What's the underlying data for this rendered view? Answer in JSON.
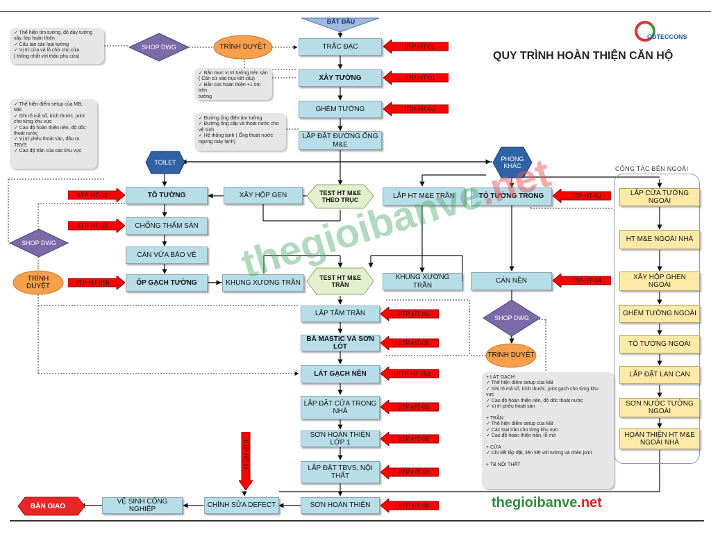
{
  "title": "QUY TRÌNH HOÀN THIỆN CĂN HỘ",
  "start_label": "BẮT ĐẦU",
  "end_label": "BÀN GIAO",
  "logo_text": "COTECCONS",
  "brand": {
    "part1": "thegioibanve",
    "part2": ".net"
  },
  "watermark": {
    "part1": "thegioibanve",
    "part2": ".net"
  },
  "external_header": "CÔNG TÁC BÊN NGOÀI",
  "colors": {
    "box": "#b7dde8",
    "external_box": "#fdeaa8",
    "tag": "#ff0000",
    "diamond": "#7b6aa8",
    "oval": "#f6a04d",
    "hexagon": "#2f62a6",
    "handover": "#e8262a"
  },
  "main_steps": {
    "trac_dac": "TRẮC ĐẠC",
    "xay_tuong": "XÂY TƯỜNG",
    "ghem_tuong": "GHÉM TƯỜNG",
    "lap_dat_ong": "LẮP ĐẶT ĐƯỜNG ỐNG M&E",
    "lap_tam_tran": "LẮP TẤM TRẦN",
    "ba_mastic": "BẢ MASTIC VÀ SƠN LÓT",
    "lat_gach_nen": "LÁT GẠCH NỀN",
    "lap_dat_cua": "LẮP ĐẶT CỬA TRONG NHÀ",
    "son_hoan_thien_1": "SƠN HOÀN THIỆN LỚP 1",
    "lap_dat_tbvs": "LẮP ĐẶT TBVS, NỘI THẤT",
    "son_hoan_thien": "SƠN HOÀN THIỆN",
    "chinh_sua_defect": "CHỈNH SỬA DEFECT",
    "ve_sinh": "VỆ SINH CÔNG NGHIỆP"
  },
  "toilet_steps": {
    "label": "TOILET",
    "to_tuong": "TÔ TƯỜNG",
    "chong_tham": "CHỐNG THẤM SÀN",
    "can_vua": "CÁN VỮA BẢO VỆ",
    "op_gach": "ỐP GẠCH TƯỜNG",
    "xay_hop_gen": "XÂY HỘP GEN",
    "khung_xuong_tran": "KHUNG XƯƠNG TRẦN",
    "test_1": "TEST HT M&E THEO TRỤC",
    "test_2": "TEST HT M&E TRẦN"
  },
  "living_steps": {
    "label": "PHÒNG KHÁC",
    "lap_ht_me_tran": "LẮP HT M&E TRẦN",
    "to_tuong_trong": "TÔ TƯỜNG TRONG",
    "khung_xuong_tran": "KHUNG XƯƠNG TRẦN",
    "can_nen": "CÁN NỀN"
  },
  "external_steps": [
    "LẮP CỬA TƯỜNG NGOÀI",
    "HT M&E NGOÀI NHÀ",
    "XÂY HỘP GHEN NGOÀI",
    "GHÉM TƯỜNG NGOÀI",
    "TÔ TƯỜNG NGOÀI",
    "LẮP ĐẶT LAN CAN",
    "SƠN NƯỚC TƯỜNG NGOÀI",
    "HOÀN THIỆN HT M&E NGOÀI NHÀ"
  ],
  "shop_dwg": "SHOP DWG",
  "trinh_duyet": "TRÌNH DUYỆT",
  "tags": {
    "t1": "IITP-HT-01",
    "t2": "IITP-HT-01",
    "t3": "IITP-HT-02",
    "t4": "IITP-HT-02",
    "t5": "IITP-HT-03",
    "t6": "IITP-HT-05b",
    "t7": "IITP-HT-02",
    "t8": "IITP-HT-04",
    "t9": "IITP-HT-06",
    "t10": "IITP-HT-08",
    "t11": "IITP-HT-05a",
    "t12": "IITP-HT-09",
    "t13": "IITP-HT-08",
    "t14": "IITP-HT-10",
    "t15": "IITP-HT-08",
    "t16": "IITP-HT-11"
  },
  "notes": {
    "n1": "✓ Thể hiện tim tường, độ dày tường\n   xây, lớp hoàn thiện\n✓ Cấu tạo các loại tường\n✓ Vị trí cửa và lỗ chờ cho cửa\n   ( thống nhất với thầu  phụ cửa)",
    "n2": "✓ Bắn mực vị trí tường trên sàn\n   ( Căn cứ vào trục kết cấu)\n✓ Bắn cos hoàn thiện +1.0m trên\n   tường",
    "n3": "✓ Đường ống điện âm tường\n✓ Đường ống cấp và thoát nước cho\n   vệ sinh\n✓ Hệ thống lạnh ( Ống thoát nước\n   ngưng máy lạnh)",
    "n4": "✓ Thể hiện điểm setup của MB,\n   MĐ\n✓ Ghi rõ mã số, kích thước, joint\n   cho từng khu vực\n✓ Cao độ hoàn thiện nền, độ dốc\n   thoát nước\n✓ Vị trí phễu thoát sàn, đầu ra\n   TBVS\n✓ Cao độ trần của các khu vực",
    "n5": "+ LÁT GẠCH:\n✓ Thể hiện điểm setup của MB\n✓ Ghi rõ mã số, kích thước, joint gạch cho từng khu\n   vực\n✓ Cao độ hoàn thiện nền, độ dốc thoát nước\n✓ Vị trí phễu thoát sàn\n\n+ TRẦN :\n✓ Thể hiện điểm setup của MB\n✓ Các loại trần cho từng khu vực\n✓ Cao độ hoàn thiện trần, lỗ mở\n\n+ CỬA :\n✓ Chi tiết lắp đặt, liên kết với tường và chèn joint\n\n+ TB NỘI THẤT"
  }
}
